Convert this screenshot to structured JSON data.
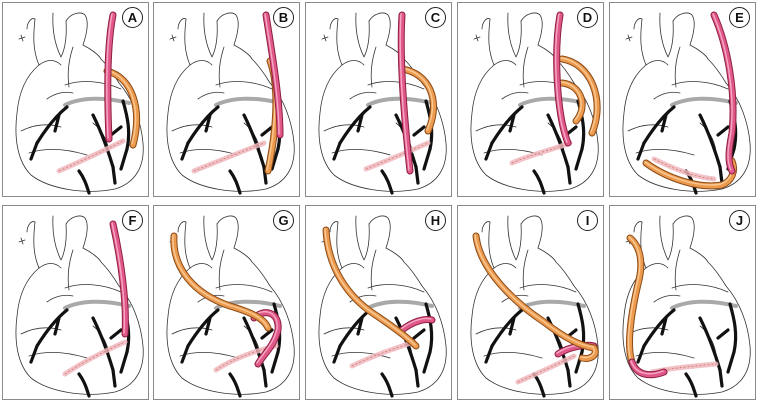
{
  "panels": [
    {
      "label": "A",
      "graft": "pedicled-ita-with-composite-y-graft"
    },
    {
      "label": "B",
      "graft": "ita-with-sequential-graft"
    },
    {
      "label": "C",
      "graft": "ita-with-parallel-graft"
    },
    {
      "label": "D",
      "graft": "ita-with-double-loop-graft"
    },
    {
      "label": "E",
      "graft": "long-ita-loop-to-posterior"
    },
    {
      "label": "F",
      "graft": "single-ita-graft"
    },
    {
      "label": "G",
      "graft": "aortic-graft-with-ita-loop"
    },
    {
      "label": "H",
      "graft": "aortic-graft-crossing-heart"
    },
    {
      "label": "I",
      "graft": "long-aortic-graft-to-inferior"
    },
    {
      "label": "J",
      "graft": "aortic-graft-around-left-side"
    }
  ],
  "colors": {
    "ita_graft": "#e0588a",
    "vein_graft": "#ec9a4e",
    "coronary_artery": "#111111",
    "valve_ring": "#a9a9a9",
    "outline": "#333333"
  }
}
